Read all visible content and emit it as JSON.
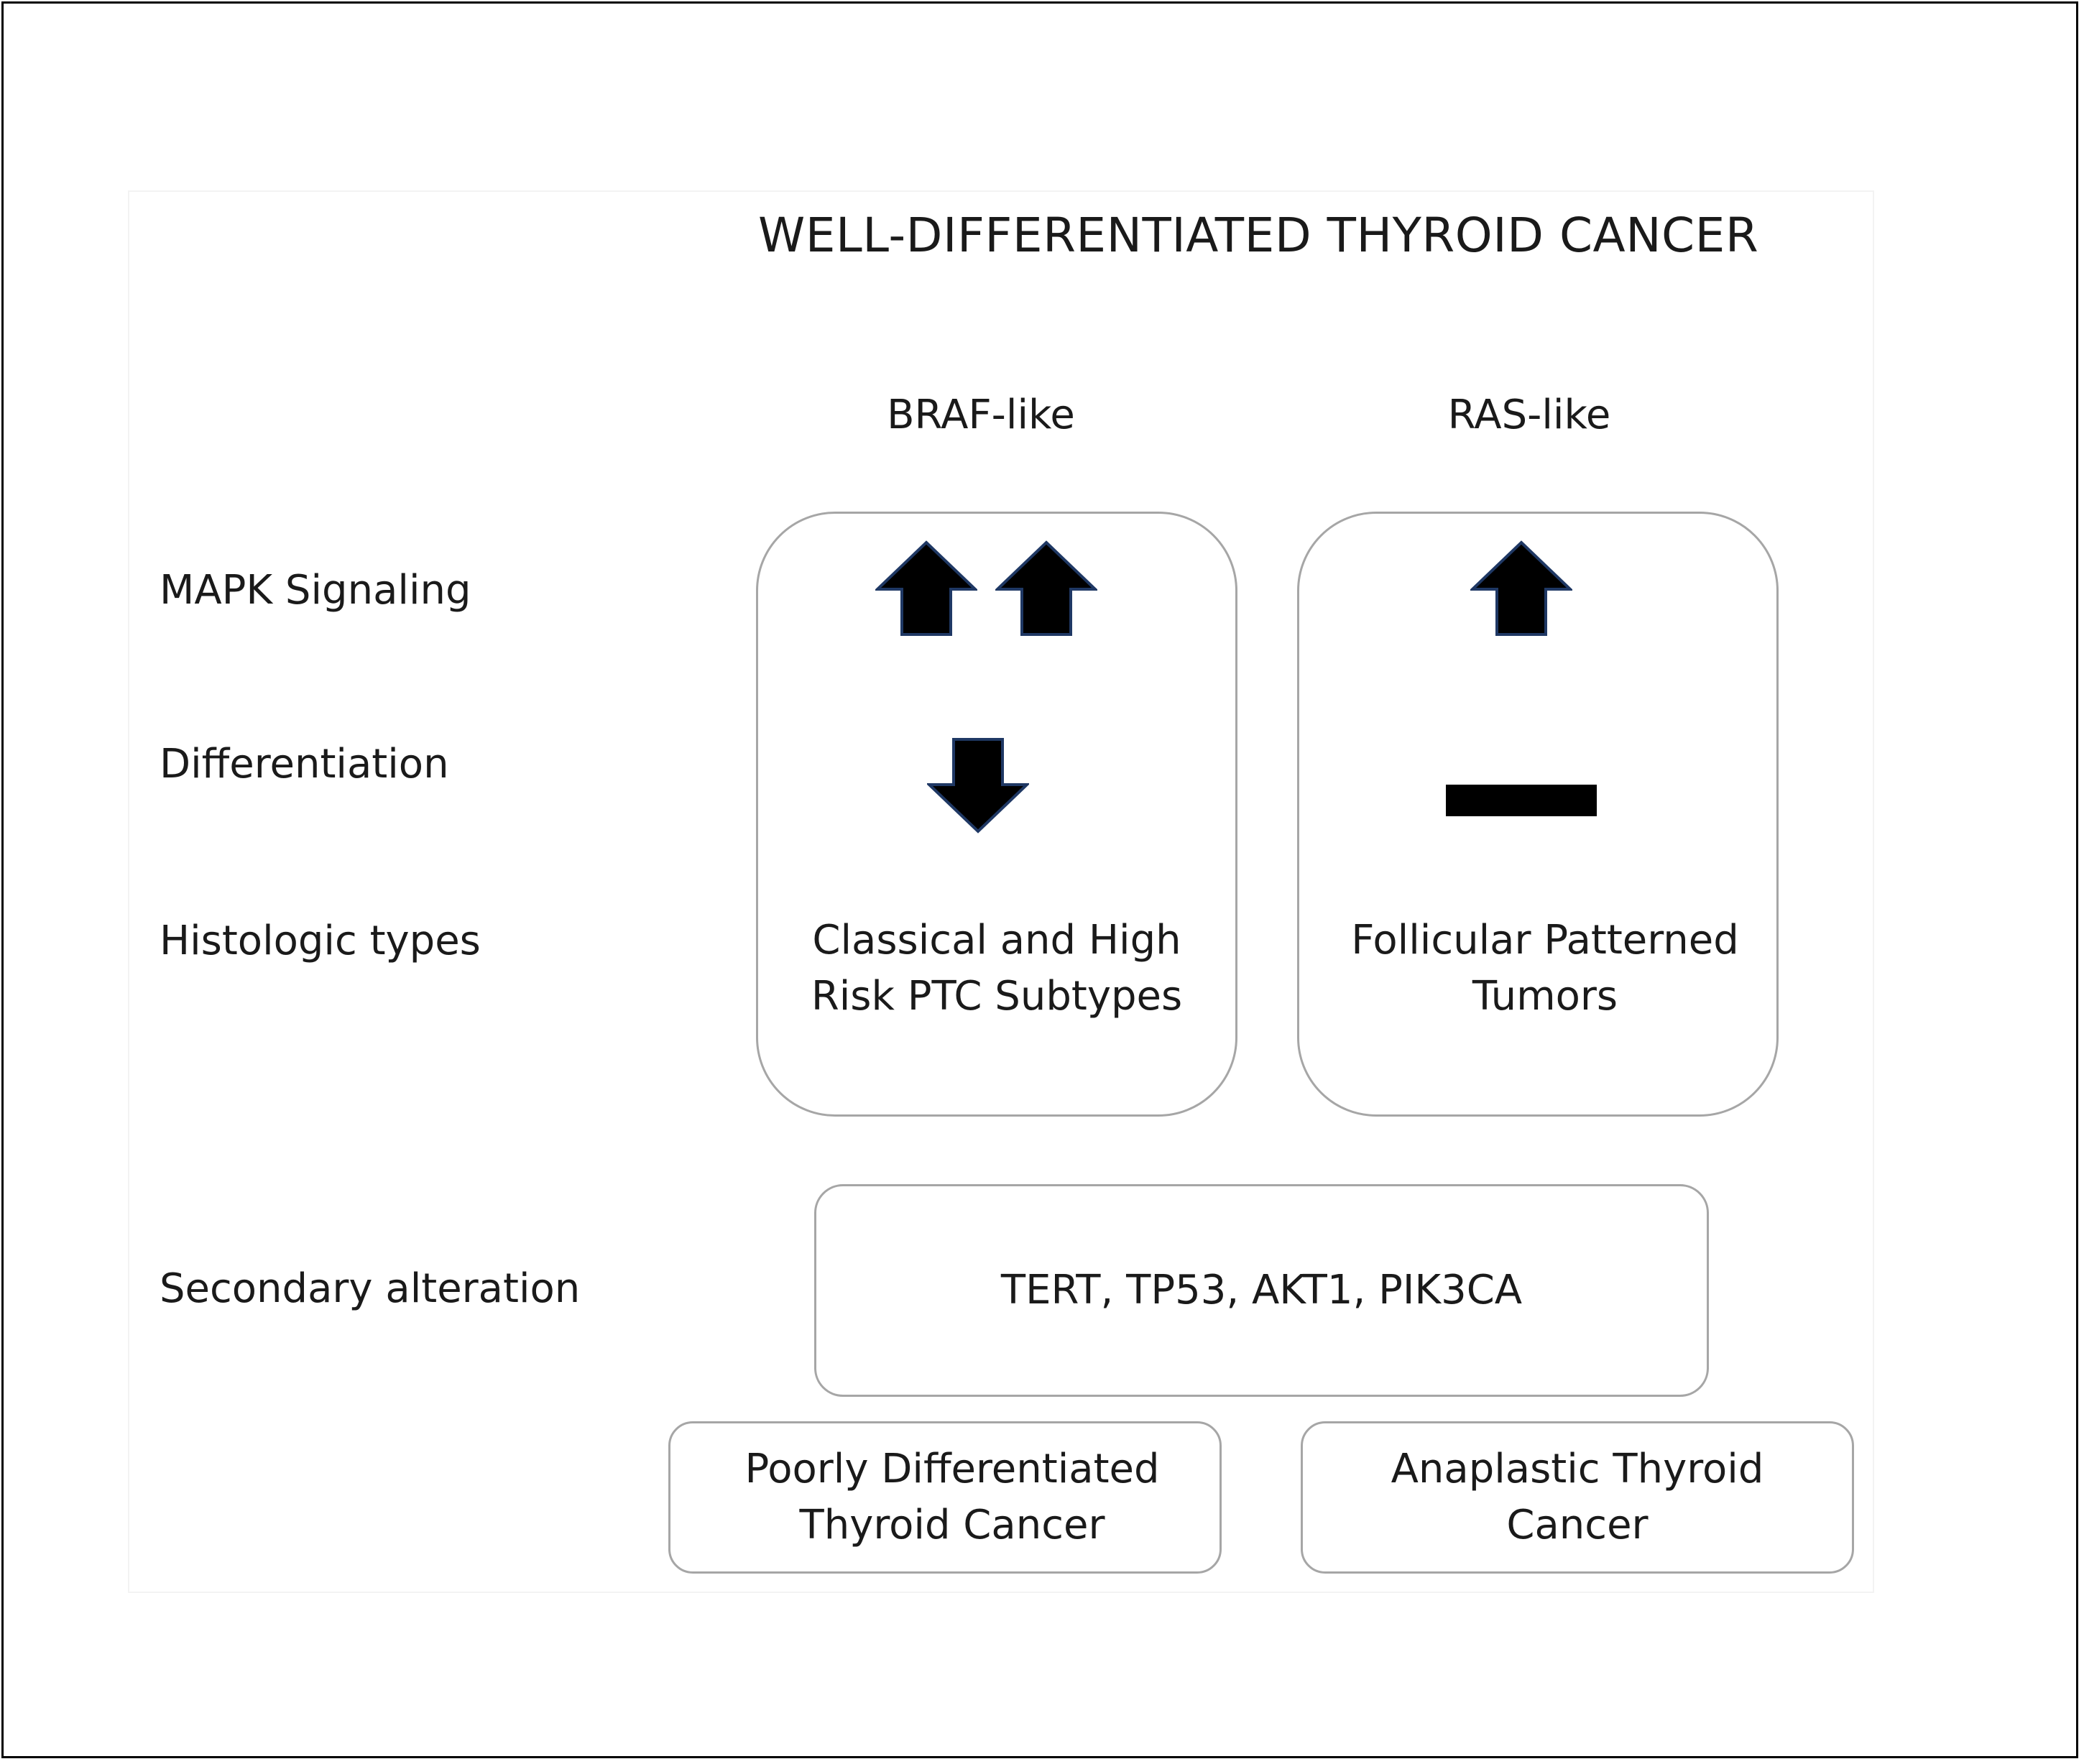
{
  "title": "WELL-DIFFERENTIATED THYROID CANCER",
  "columns": {
    "braf": "BRAF-like",
    "ras": "RAS-like"
  },
  "rows": {
    "mapk": "MAPK Signaling",
    "differentiation": "Differentiation",
    "histologic": "Histologic types",
    "secondary": "Secondary alteration"
  },
  "braf_box": {
    "mapk_icons": [
      "up-arrow-icon",
      "up-arrow-icon"
    ],
    "differentiation_icon": "down-arrow-icon",
    "histologic": "Classical and High\n Risk PTC Subtypes"
  },
  "ras_box": {
    "mapk_icons": [
      "up-arrow-icon"
    ],
    "differentiation_icon": "dash-icon",
    "histologic": "Follicular Patterned\nTumors"
  },
  "secondary_box": "TERT, TP53, AKT1, PIK3CA",
  "outcomes": {
    "pdtc": "Poorly Differentiated\nThyroid Cancer",
    "atc": "Anaplastic Thyroid\nCancer"
  },
  "colors": {
    "arrow_fill": "#000000",
    "arrow_outline": "#1f3864",
    "box_border": "#a6a6a6"
  }
}
